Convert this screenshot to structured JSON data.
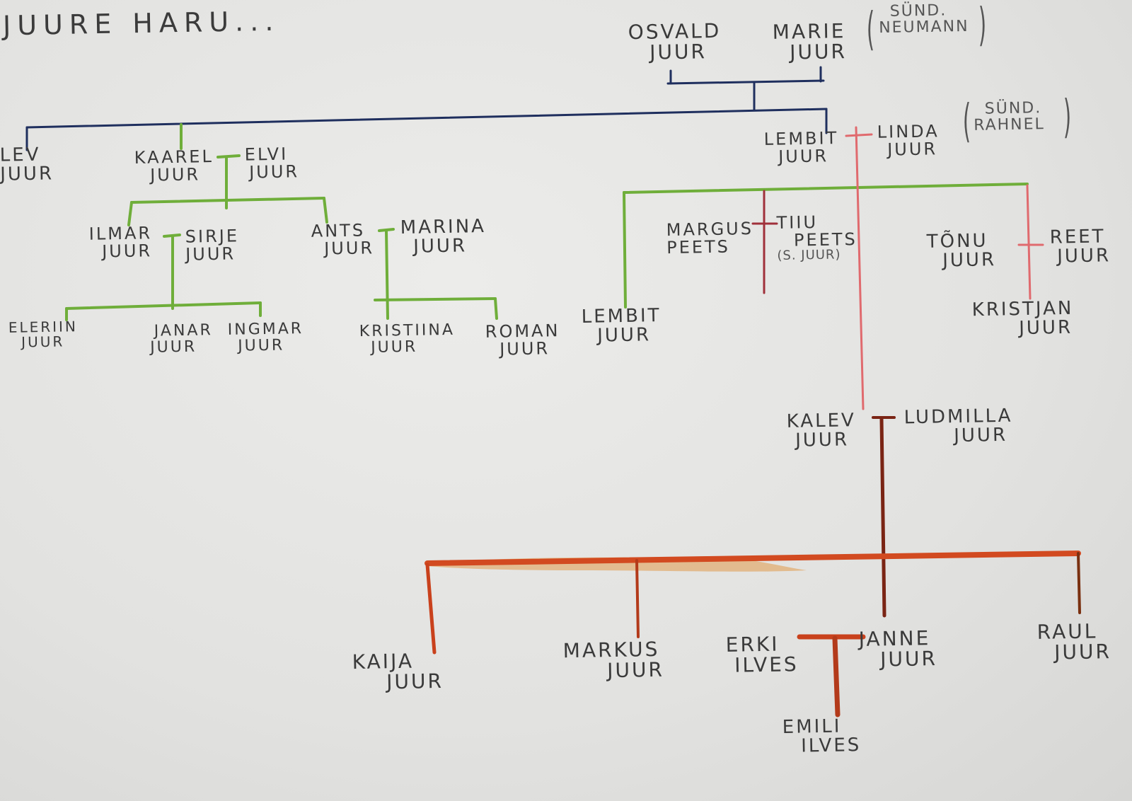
{
  "title": "JUURE HARU...",
  "people": {
    "osvald": {
      "first": "OSVALD",
      "last": "JUUR"
    },
    "marie": {
      "first": "MARIE",
      "last": "JUUR"
    },
    "marie_birth": {
      "line1": "SÜND.",
      "line2": "NEUMANN"
    },
    "olev": {
      "first": "LEV",
      "last": "JUUR"
    },
    "kaarel": {
      "first": "KAAREL",
      "last": "JUUR"
    },
    "elvi": {
      "first": "ELVI",
      "last": "JUUR"
    },
    "lembit": {
      "first": "LEMBIT",
      "last": "JUUR"
    },
    "linda": {
      "first": "LINDA",
      "last": "JUUR"
    },
    "linda_birth": {
      "line1": "SÜND.",
      "line2": "RAHNEL"
    },
    "ilmar": {
      "first": "ILMAR",
      "last": "JUUR"
    },
    "sirje": {
      "first": "SIRJE",
      "last": "JUUR"
    },
    "ants": {
      "first": "ANTS",
      "last": "JUUR"
    },
    "marina": {
      "first": "MARINA",
      "last": "JUUR"
    },
    "margus": {
      "first": "MARGUS",
      "last": "PEETS"
    },
    "tiiu": {
      "first": "TIIU",
      "last": "PEETS",
      "note": "(S. JUUR)"
    },
    "tonu": {
      "first": "TÕNU",
      "last": "JUUR"
    },
    "reet": {
      "first": "REET",
      "last": "JUUR"
    },
    "eleriin": {
      "first": "ELERIIN",
      "last": "JUUR"
    },
    "janar": {
      "first": "JANAR",
      "last": "JUUR"
    },
    "ingmar": {
      "first": "INGMAR",
      "last": "JUUR"
    },
    "kristiina": {
      "first": "KRISTIINA",
      "last": "JUUR"
    },
    "roman": {
      "first": "ROMAN",
      "last": "JUUR"
    },
    "lembit2": {
      "first": "LEMBIT",
      "last": "JUUR"
    },
    "kristjan": {
      "first": "KRISTJAN",
      "last": "JUUR"
    },
    "kalev": {
      "first": "KALEV",
      "last": "JUUR"
    },
    "ludmilla": {
      "first": "LUDMILLA",
      "last": "JUUR"
    },
    "kaija": {
      "first": "KAIJA",
      "last": "JUUR"
    },
    "markus": {
      "first": "MARKUS",
      "last": "JUUR"
    },
    "erki": {
      "first": "ERKI",
      "last": "ILVES"
    },
    "janne": {
      "first": "JANNE",
      "last": "JUUR"
    },
    "raul": {
      "first": "RAUL",
      "last": "JUUR"
    },
    "emili": {
      "first": "EMILI",
      "last": "ILVES"
    }
  },
  "colors": {
    "navy": "#1f2f5e",
    "green": "#6fae3a",
    "pink": "#e06a6e",
    "red": "#c9411c",
    "orange": "#e08a2a",
    "darkred": "#7a2414"
  }
}
